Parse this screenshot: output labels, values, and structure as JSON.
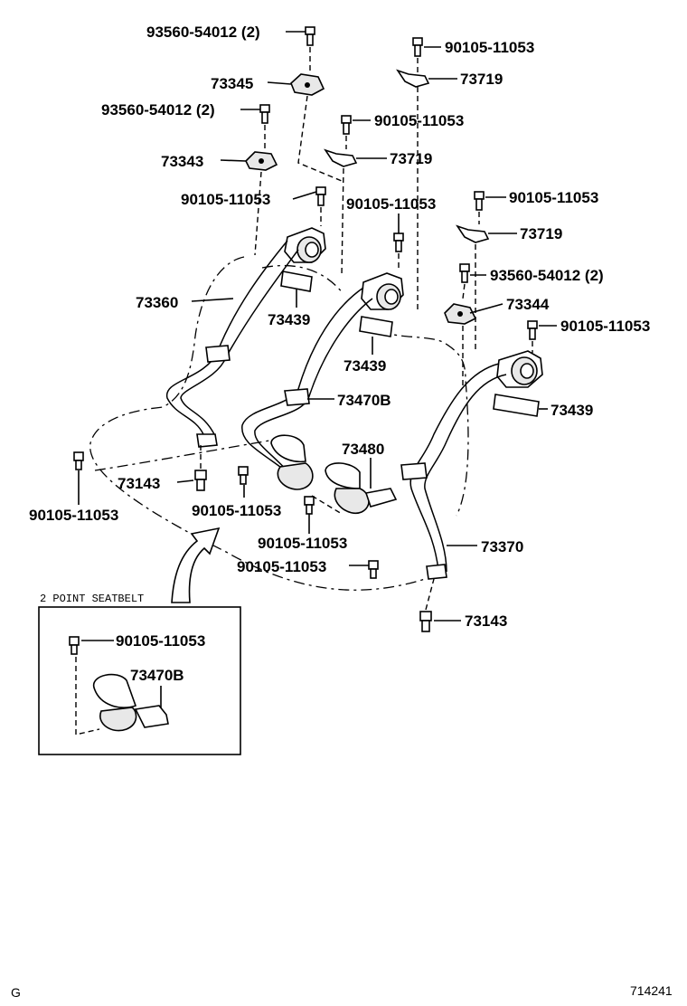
{
  "labels": {
    "p93560_a": "93560-54012 (2)",
    "p73345": "73345",
    "p93560_b": "93560-54012 (2)",
    "p73343": "73343",
    "p90105_a": "90105-11053",
    "p73719_a": "73719",
    "p90105_b": "90105-11053",
    "p73719_b": "73719",
    "p90105_c": "90105-11053",
    "p90105_d": "90105-11053",
    "p90105_e": "90105-11053",
    "p73719_c": "73719",
    "p93560_c": "93560-54012 (2)",
    "p73360": "73360",
    "p73344": "73344",
    "p73439_a": "73439",
    "p90105_f": "90105-11053",
    "p73439_b": "73439",
    "p73470b": "73470B",
    "p73439_c": "73439",
    "p73480": "73480",
    "p73143_a": "73143",
    "p90105_g": "90105-11053",
    "p90105_h": "90105-11053",
    "p90105_i": "90105-11053",
    "p73370": "73370",
    "p90105_j": "90105-11053",
    "p73143_b": "73143"
  },
  "inset": {
    "title": "2 POINT SEATBELT",
    "bolt_label": "90105-11053",
    "part_label": "73470B"
  },
  "footer": {
    "left": "G",
    "right": "714241"
  }
}
